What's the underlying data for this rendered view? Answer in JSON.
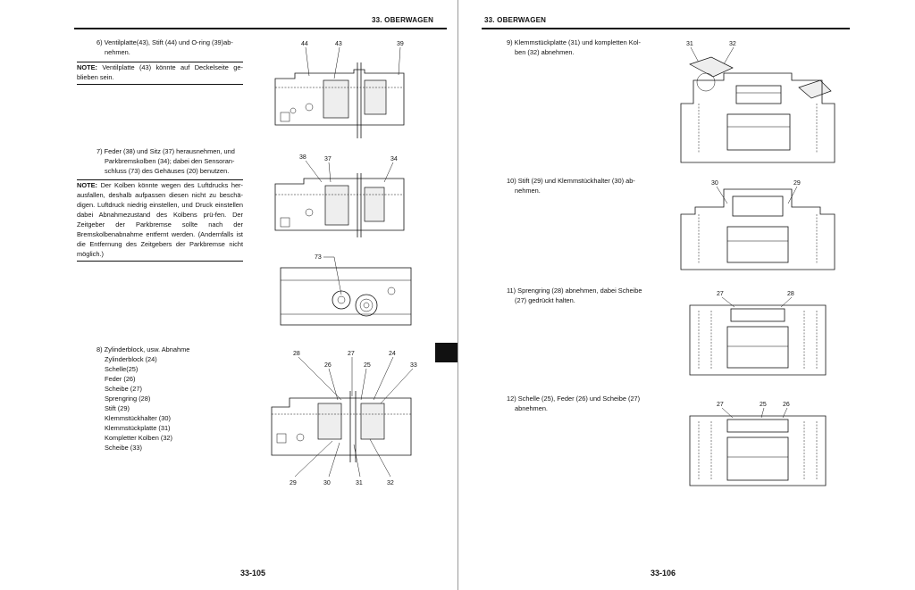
{
  "left": {
    "header": "33. OBERWAGEN",
    "page_number": "33-105",
    "step6": {
      "line1": "6) Ventilplatte(43), Stift (44) und O-ring (39)ab-",
      "line2": "nehmen."
    },
    "note1": {
      "label": "NOTE:",
      "text": "Ventilplatte (43) könnte auf Deckelseite ge-blieben sein."
    },
    "step7": {
      "line1": "7) Feder (38) und Sitz (37) herausnehmen, und",
      "line2": "Parkbremskolben (34); dabei den Sensoran-",
      "line3": "schluss (73) des Gehäuses (20) benutzen."
    },
    "note2": {
      "label": "NOTE:",
      "text": "Der Kolben könnte wegen des Luftdrucks her-ausfallen, deshalb aufpassen diesen nicht zu beschä-digen. Luftdruck niedrig einstellen, und Druck einstellen dabei Abnahmezustand des Kolbens prü-fen. Der Zeitgeber der Parkbremse sollte nach der Bremskolbenabnahme entfernt werden.",
      "text2": "(Andernfalls ist die Entfernung des Zeitgebers der Parkbremse nicht möglich.)"
    },
    "step8": {
      "title": "8) Zylinderblock, usw. Abnahme",
      "items": [
        "Zylinderblock (24)",
        "Schelle(25)",
        "Feder (26)",
        "Scheibe (27)",
        "Sprengring (28)",
        "Stift (29)",
        "Klemmstückhalter (30)",
        "Klemmstückplatte (31)",
        "Kompletter Kolben (32)",
        "Scheibe (33)"
      ]
    },
    "fig1": {
      "labels": [
        "44",
        "43",
        "39"
      ]
    },
    "fig2": {
      "labels": [
        "38",
        "37",
        "34"
      ]
    },
    "fig3": {
      "labels": [
        "73"
      ]
    },
    "fig4": {
      "top_labels": [
        "28",
        "26",
        "27",
        "25",
        "24",
        "33"
      ],
      "bottom_labels": [
        "29",
        "30",
        "31",
        "32"
      ]
    }
  },
  "right": {
    "header": "33. OBERWAGEN",
    "page_number": "33-106",
    "step9": {
      "line1": "9) Klemmstückplatte (31) und kompletten Kol-",
      "line2": "ben (32) abnehmen."
    },
    "step10": {
      "line1": "10) Stift (29) und Klemmstückhalter (30) ab-",
      "line2": "nehmen."
    },
    "step11": {
      "line1": "11) Sprengring (28) abnehmen, dabei Scheibe",
      "line2": "(27) gedrückt halten."
    },
    "step12": {
      "line1": "12) Schelle (25), Feder (26) und Scheibe (27)",
      "line2": "abnehmen."
    },
    "fig5": {
      "labels": [
        "31",
        "32"
      ]
    },
    "fig6": {
      "labels": [
        "30",
        "29"
      ]
    },
    "fig7": {
      "labels": [
        "27",
        "28"
      ]
    },
    "fig8": {
      "labels": [
        "27",
        "25",
        "26"
      ]
    }
  }
}
